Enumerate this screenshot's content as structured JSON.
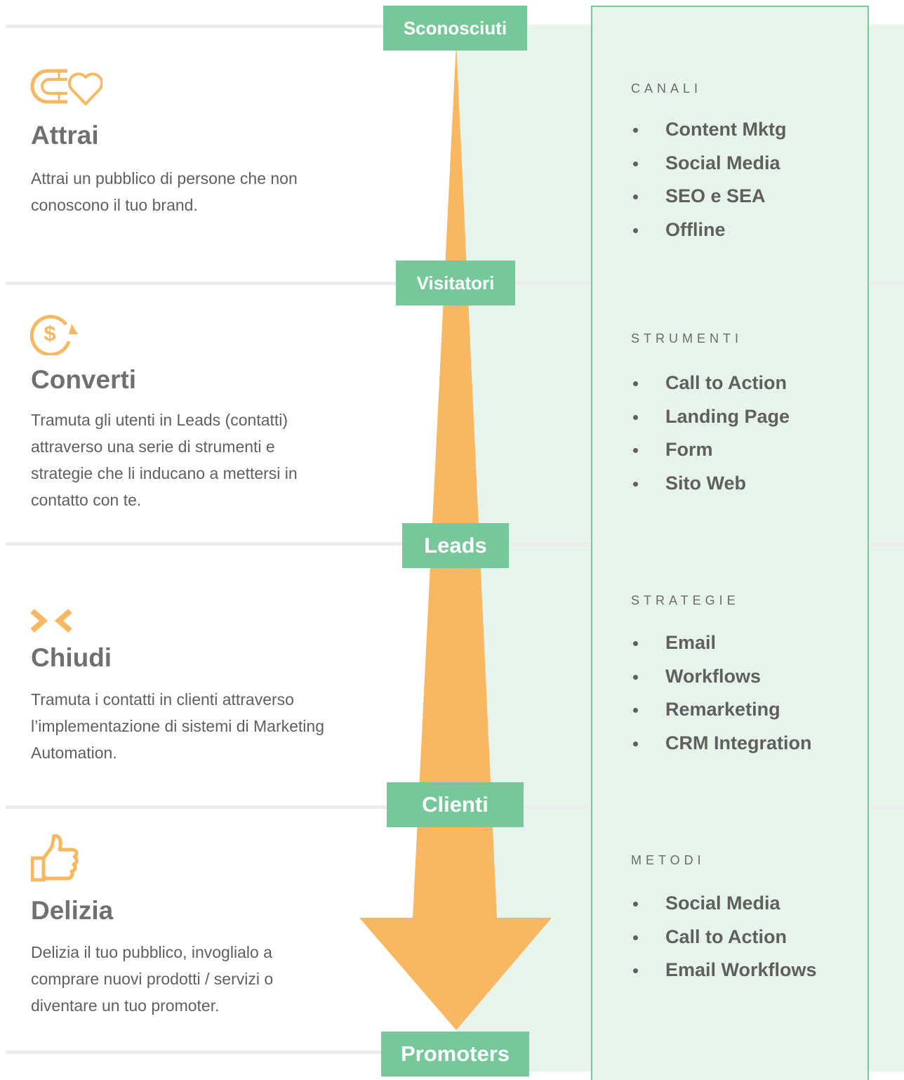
{
  "stages": [
    {
      "label": "Sconosciuti"
    },
    {
      "label": "Visitatori"
    },
    {
      "label": "Leads"
    },
    {
      "label": "Clienti"
    },
    {
      "label": "Promoters"
    }
  ],
  "phases": [
    {
      "icon": "magnet-heart-icon",
      "title": "Attrai",
      "description": "Attrai un pubblico di persone che non conoscono il tuo brand."
    },
    {
      "icon": "dollar-cycle-icon",
      "title": "Converti",
      "description": "Tramuta gli utenti in Leads (contatti) attraverso una serie di strumenti e strategie che li inducano a mettersi in contatto con te."
    },
    {
      "icon": "close-arrows-icon",
      "title": "Chiudi",
      "description": "Tramuta i contatti in clienti attraverso l’implementazione di sistemi di Marketing Automation."
    },
    {
      "icon": "thumbs-up-icon",
      "title": "Delizia",
      "description": "Delizia il tuo pubblico, invoglialo a comprare nuovi prodotti / servizi o diventare un tuo promoter."
    }
  ],
  "categories": [
    {
      "title": "CANALI",
      "items": [
        "Content Mktg",
        "Social Media",
        "SEO e SEA",
        "Offline"
      ]
    },
    {
      "title": "STRUMENTI",
      "items": [
        "Call to Action",
        "Landing Page",
        "Form",
        "Sito Web"
      ]
    },
    {
      "title": "STRATEGIE",
      "items": [
        "Email",
        "Workflows",
        "Remarketing",
        "CRM Integration"
      ]
    },
    {
      "title": "METODI",
      "items": [
        "Social Media",
        "Call to Action",
        "Email Workflows"
      ]
    }
  ],
  "colors": {
    "stage_green": "#76c89a",
    "panel_bg": "#e7f4ec",
    "arrow_orange": "#f8b862",
    "text_gray": "#5f5f5f"
  }
}
